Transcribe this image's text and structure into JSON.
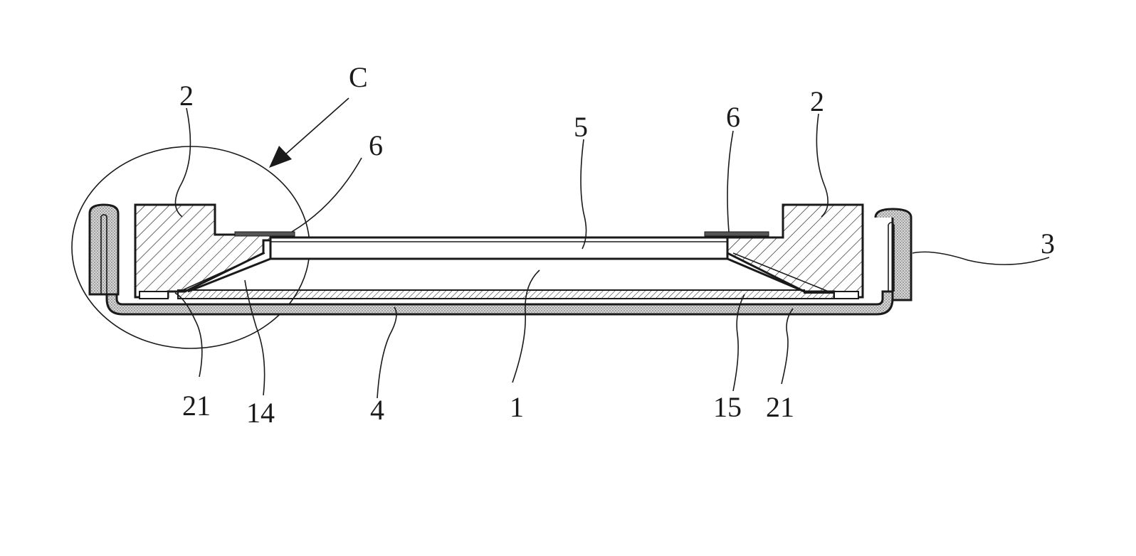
{
  "figure": {
    "labels": {
      "detail_view": "C",
      "holder_left": "2",
      "holder_right": "2",
      "film_left": "6",
      "film_right": "6",
      "panel": "5",
      "flange": "3",
      "bottom_left": "21",
      "bottom_right": "21",
      "slope_left": "14",
      "slope_right": "15",
      "base": "4",
      "plate": "1"
    },
    "colors": {
      "line": "#1a1a1a",
      "stipple": "#9a9a9a",
      "background": "#ffffff"
    }
  }
}
